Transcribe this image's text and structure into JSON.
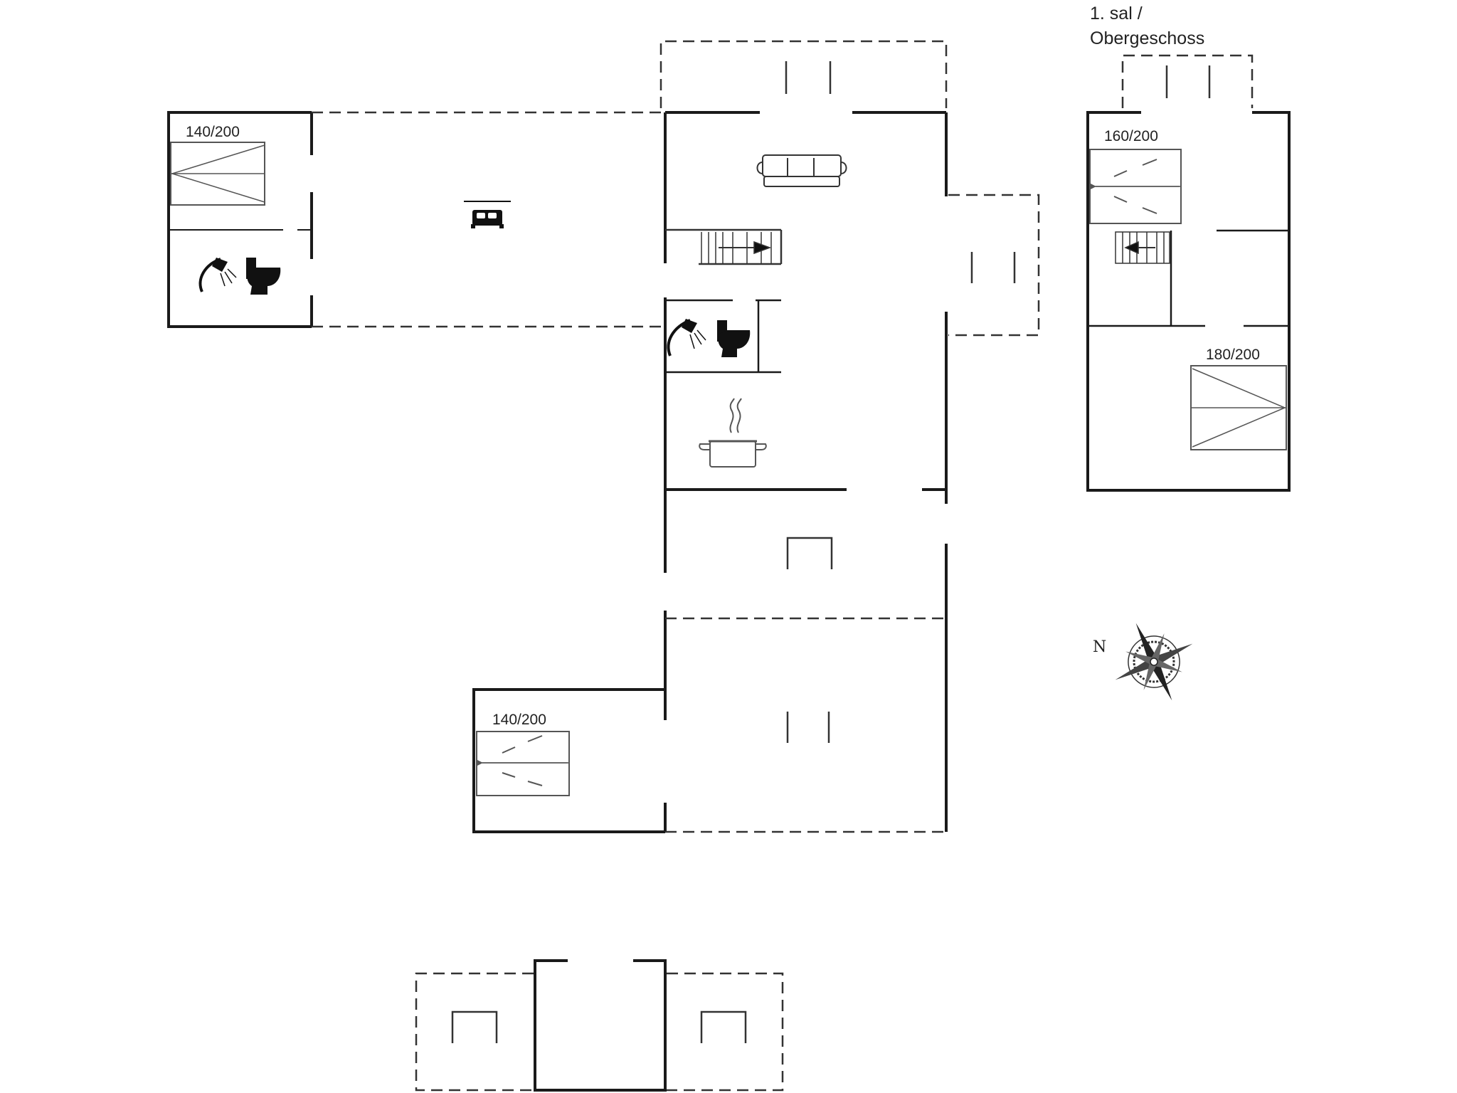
{
  "floor_label_line1": "1. sal /",
  "floor_label_line2": "Obergeschoss",
  "bed_labels": {
    "west_room": "140/200",
    "south_room": "140/200",
    "upper_room_1": "160/200",
    "upper_room_2": "180/200"
  },
  "compass_north": "N",
  "icons": [
    "bed-icon",
    "shower-icon",
    "toilet-icon",
    "sofa-icon",
    "stairs-icon",
    "cooking-pot-icon",
    "compass-rose-icon"
  ]
}
